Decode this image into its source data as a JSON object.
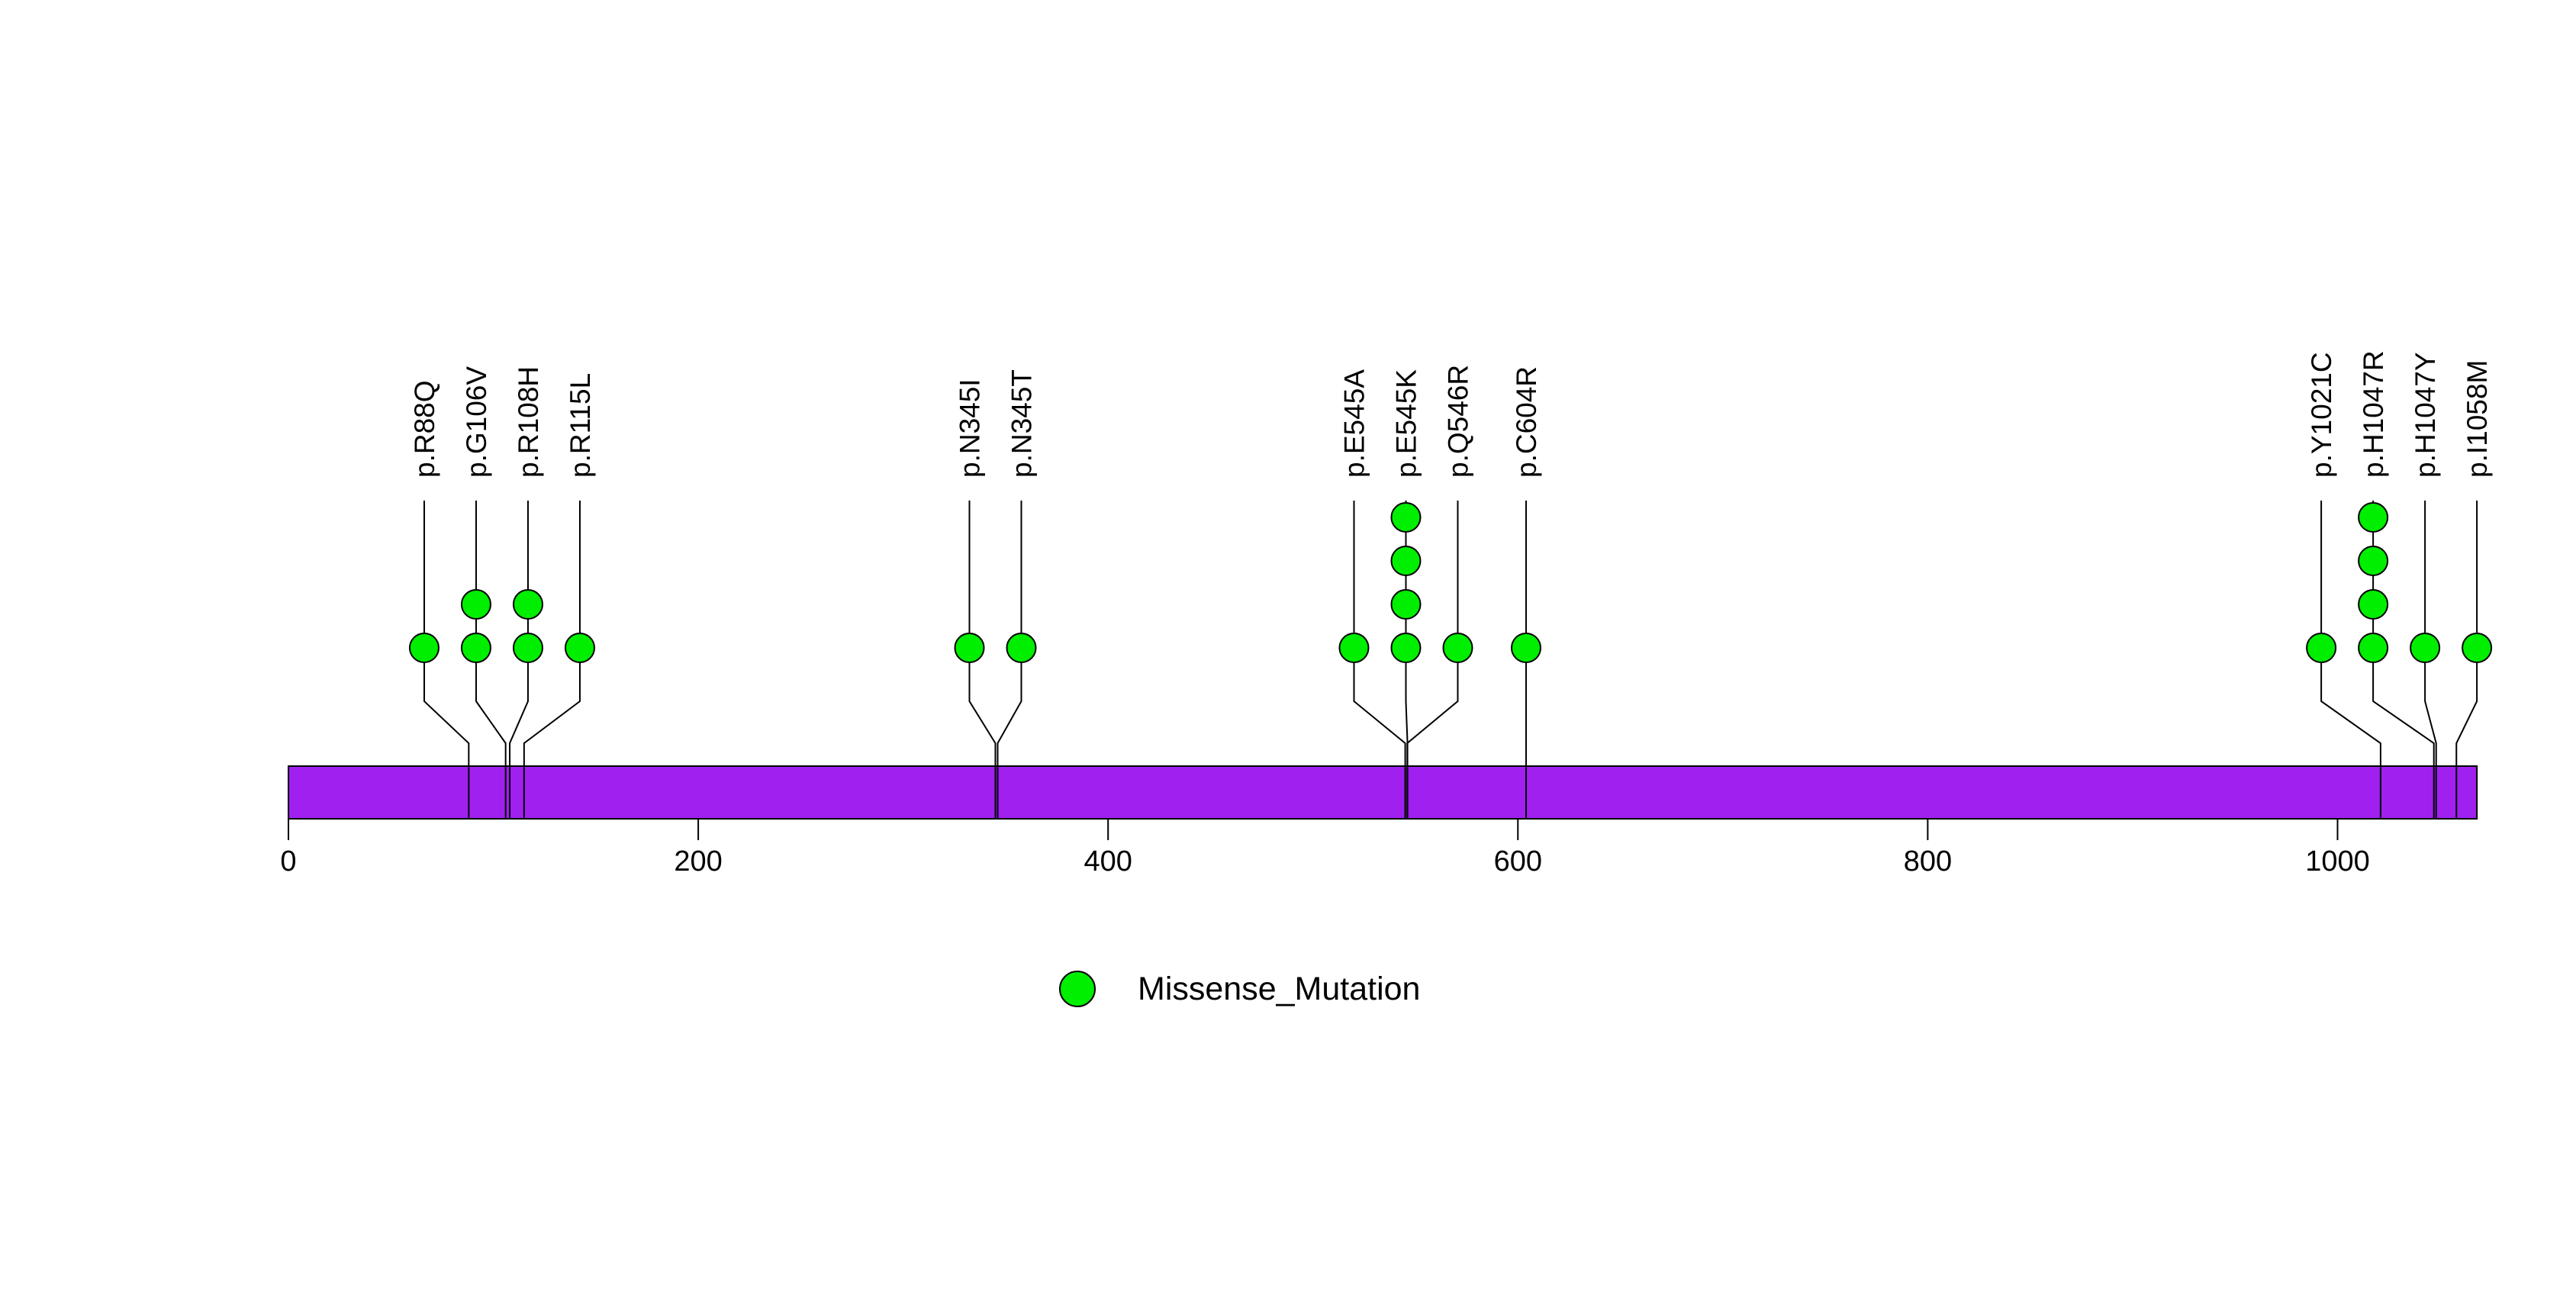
{
  "chart_data": {
    "type": "lollipop",
    "title": "",
    "xlabel": "",
    "ylabel": "",
    "x_axis": {
      "ticks": [
        0,
        200,
        400,
        600,
        800,
        1000
      ],
      "range": [
        0,
        1068
      ],
      "grid": false
    },
    "legend": [
      {
        "label": "Missense_Mutation",
        "shape": "circle",
        "color": "#00EE00"
      }
    ],
    "legend_position": "bottom-center",
    "colors": {
      "point": "#00EE00",
      "bar": "#A020F0",
      "line": "#000000",
      "background": "#FFFFFF"
    },
    "mutations": [
      {
        "label": "p.R88Q",
        "position": 88,
        "count": 1,
        "type": "Missense_Mutation"
      },
      {
        "label": "p.G106V",
        "position": 106,
        "count": 2,
        "type": "Missense_Mutation"
      },
      {
        "label": "p.R108H",
        "position": 108,
        "count": 2,
        "type": "Missense_Mutation"
      },
      {
        "label": "p.R115L",
        "position": 115,
        "count": 1,
        "type": "Missense_Mutation"
      },
      {
        "label": "p.N345I",
        "position": 345,
        "count": 1,
        "type": "Missense_Mutation"
      },
      {
        "label": "p.N345T",
        "position": 345,
        "count": 1,
        "type": "Missense_Mutation"
      },
      {
        "label": "p.E545A",
        "position": 545,
        "count": 1,
        "type": "Missense_Mutation"
      },
      {
        "label": "p.E545K",
        "position": 545,
        "count": 4,
        "type": "Missense_Mutation"
      },
      {
        "label": "p.Q546R",
        "position": 546,
        "count": 1,
        "type": "Missense_Mutation"
      },
      {
        "label": "p.C604R",
        "position": 604,
        "count": 1,
        "type": "Missense_Mutation"
      },
      {
        "label": "p.Y1021C",
        "position": 1021,
        "count": 1,
        "type": "Missense_Mutation"
      },
      {
        "label": "p.H1047R",
        "position": 1047,
        "count": 4,
        "type": "Missense_Mutation"
      },
      {
        "label": "p.H1047Y",
        "position": 1047,
        "count": 1,
        "type": "Missense_Mutation"
      },
      {
        "label": "p.I1058M",
        "position": 1058,
        "count": 1,
        "type": "Missense_Mutation"
      }
    ]
  }
}
